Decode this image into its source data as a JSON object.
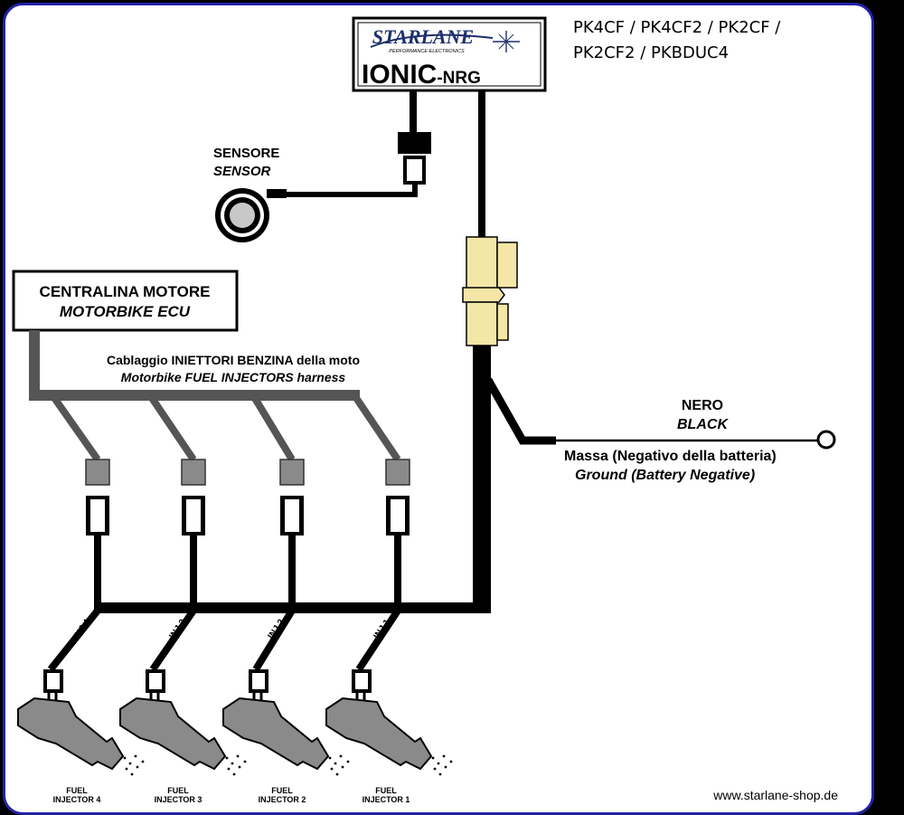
{
  "device": {
    "logo_text": "STARLANE",
    "logo_subtext": "PERFORMANCE ELECTRONICS",
    "name_main": "IONIC",
    "name_suffix": "-NRG"
  },
  "models": [
    "PK4CF / PK4CF2 / PK2CF /",
    "PK2CF2 / PKBDUC4"
  ],
  "sensor": {
    "label_it": "SENSORE",
    "label_en": "SENSOR"
  },
  "ecu": {
    "label_it": "CENTRALINA MOTORE",
    "label_en": "MOTORBIKE ECU"
  },
  "harness": {
    "label_it": "Cablaggio INIETTORI BENZINA della moto",
    "label_en": "Motorbike FUEL INJECTORS harness"
  },
  "ground_wire": {
    "color_it": "NERO",
    "color_en": "BLACK",
    "desc_it": "Massa (Negativo della batteria)",
    "desc_en": "Ground (Battery Negative)"
  },
  "injectors": [
    {
      "wire_label": "INJ 4",
      "line1": "FUEL",
      "line2": "INJECTOR 4"
    },
    {
      "wire_label": "INJ 3",
      "line1": "FUEL",
      "line2": "INJECTOR 3"
    },
    {
      "wire_label": "INJ 2",
      "line1": "FUEL",
      "line2": "INJECTOR 2"
    },
    {
      "wire_label": "INJ 1",
      "line1": "FUEL",
      "line2": "INJECTOR 1"
    }
  ],
  "website": "www.starlane-shop.de",
  "colors": {
    "frame": "#2323a8",
    "connector_yellow": "#f3e6a6",
    "harness_gray": "#555555",
    "injector_gray": "#8a8a8a"
  }
}
